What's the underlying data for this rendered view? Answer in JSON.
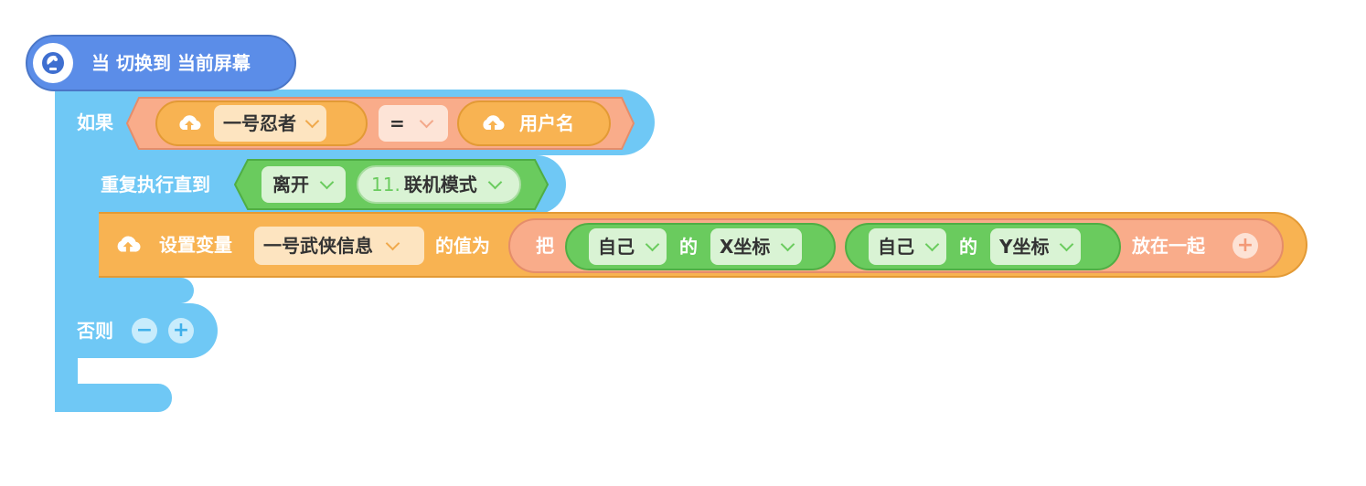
{
  "hat": {
    "label": "当 切换到 当前屏幕",
    "icon": "satellite-dish-icon"
  },
  "if_block": {
    "label": "如果",
    "cond": {
      "left": {
        "icon": "cloud-upload-icon",
        "value": "一号忍者"
      },
      "operator": "=",
      "right": {
        "icon": "cloud-upload-icon",
        "label": "用户名"
      }
    },
    "else_label": "否则"
  },
  "repeat_block": {
    "label": "重复执行直到",
    "cond": {
      "left_value": "离开",
      "right_prefix": "11.",
      "right_value": "联机模式"
    }
  },
  "set_block": {
    "icon": "cloud-upload-icon",
    "label": "设置变量",
    "variable": "一号武侠信息",
    "value_label": "的值为",
    "join": {
      "label": "把",
      "item1": {
        "object": "自己",
        "of": "的",
        "prop": "X坐标"
      },
      "item2": {
        "object": "自己",
        "of": "的",
        "prop": "Y坐标"
      },
      "end_label": "放在一起"
    }
  },
  "colors": {
    "hat": "#5b8de8",
    "control": "#6fc8f5",
    "operator": "#f9ac8a",
    "cloud": "#f8b352",
    "sensing": "#6acb5e"
  }
}
